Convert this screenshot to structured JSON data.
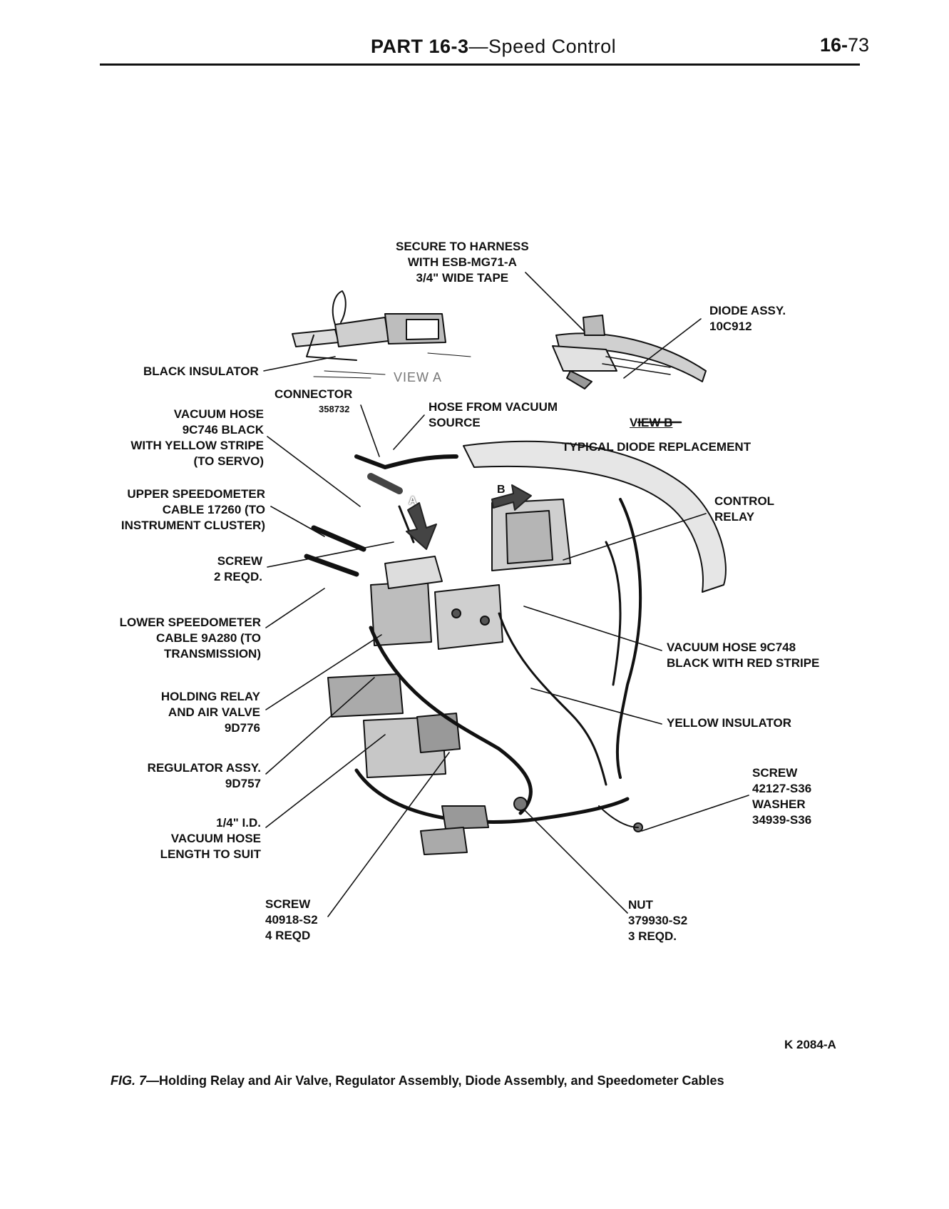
{
  "header": {
    "part_bold": "PART 16-3",
    "part_rest": "—Speed Control",
    "page_bold": "16-",
    "page_rest": "73"
  },
  "callouts": {
    "secure_harness": "SECURE TO HARNESS\nWITH ESB-MG71-A\n3/4\" WIDE TAPE",
    "diode_assy": "DIODE ASSY.\n10C912",
    "black_insulator": "BLACK INSULATOR",
    "view_a": "VIEW A",
    "connector": "CONNECTOR",
    "connector_num": "358732",
    "hose_from_vacuum": "HOSE FROM VACUUM\nSOURCE",
    "view_b": "VIEW B",
    "typical_diode": "TYPICAL DIODE REPLACEMENT",
    "vacuum_hose_9c746": "VACUUM HOSE\n9C746 BLACK\nWITH YELLOW STRIPE\n(TO SERVO)",
    "upper_speedo": "UPPER SPEEDOMETER\nCABLE 17260 (TO\nINSTRUMENT CLUSTER)",
    "control_relay": "CONTROL\nRELAY",
    "screw_2": "SCREW\n2 REQD.",
    "lower_speedo": "LOWER SPEEDOMETER\nCABLE 9A280 (TO\nTRANSMISSION)",
    "vacuum_hose_9c748": "VACUUM HOSE 9C748\nBLACK WITH RED STRIPE",
    "holding_relay": "HOLDING RELAY\nAND AIR VALVE\n9D776",
    "yellow_insulator": "YELLOW INSULATOR",
    "regulator_assy": "REGULATOR ASSY.\n9D757",
    "screw_washer": "SCREW\n42127-S36\nWASHER\n34939-S36",
    "vacuum_hose_quarter": "1/4\" I.D.\nVACUUM HOSE\nLENGTH TO SUIT",
    "screw_40918": "SCREW\n40918-S2\n4 REQD",
    "nut": "NUT\n379930-S2\n3 REQD.",
    "arrow_a": "A",
    "arrow_b": "B"
  },
  "figure_ref": "K 2084-A",
  "caption": {
    "fig": "FIG. 7",
    "text": "—Holding Relay and Air Valve, Regulator Assembly, Diode Assembly, and Speedometer Cables"
  }
}
